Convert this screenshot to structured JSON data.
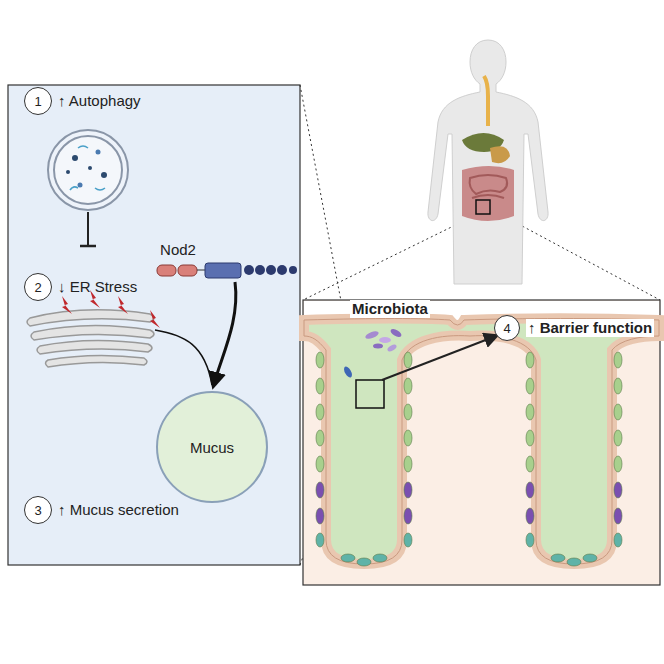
{
  "diagram": {
    "nodes": [
      {
        "text": [
          "1"
        ]
      },
      {
        "text": [
          "2"
        ]
      },
      {
        "text": [
          "Mucus"
        ]
      },
      {
        "text": [
          "3"
        ]
      },
      {
        "text": [
          "4"
        ]
      }
    ],
    "labels": [
      "↑ Autophagy",
      "↓ ER Stress",
      "Nod2",
      "↑ Mucus secretion",
      "Microbiota",
      "↑ Barrier function"
    ]
  }
}
